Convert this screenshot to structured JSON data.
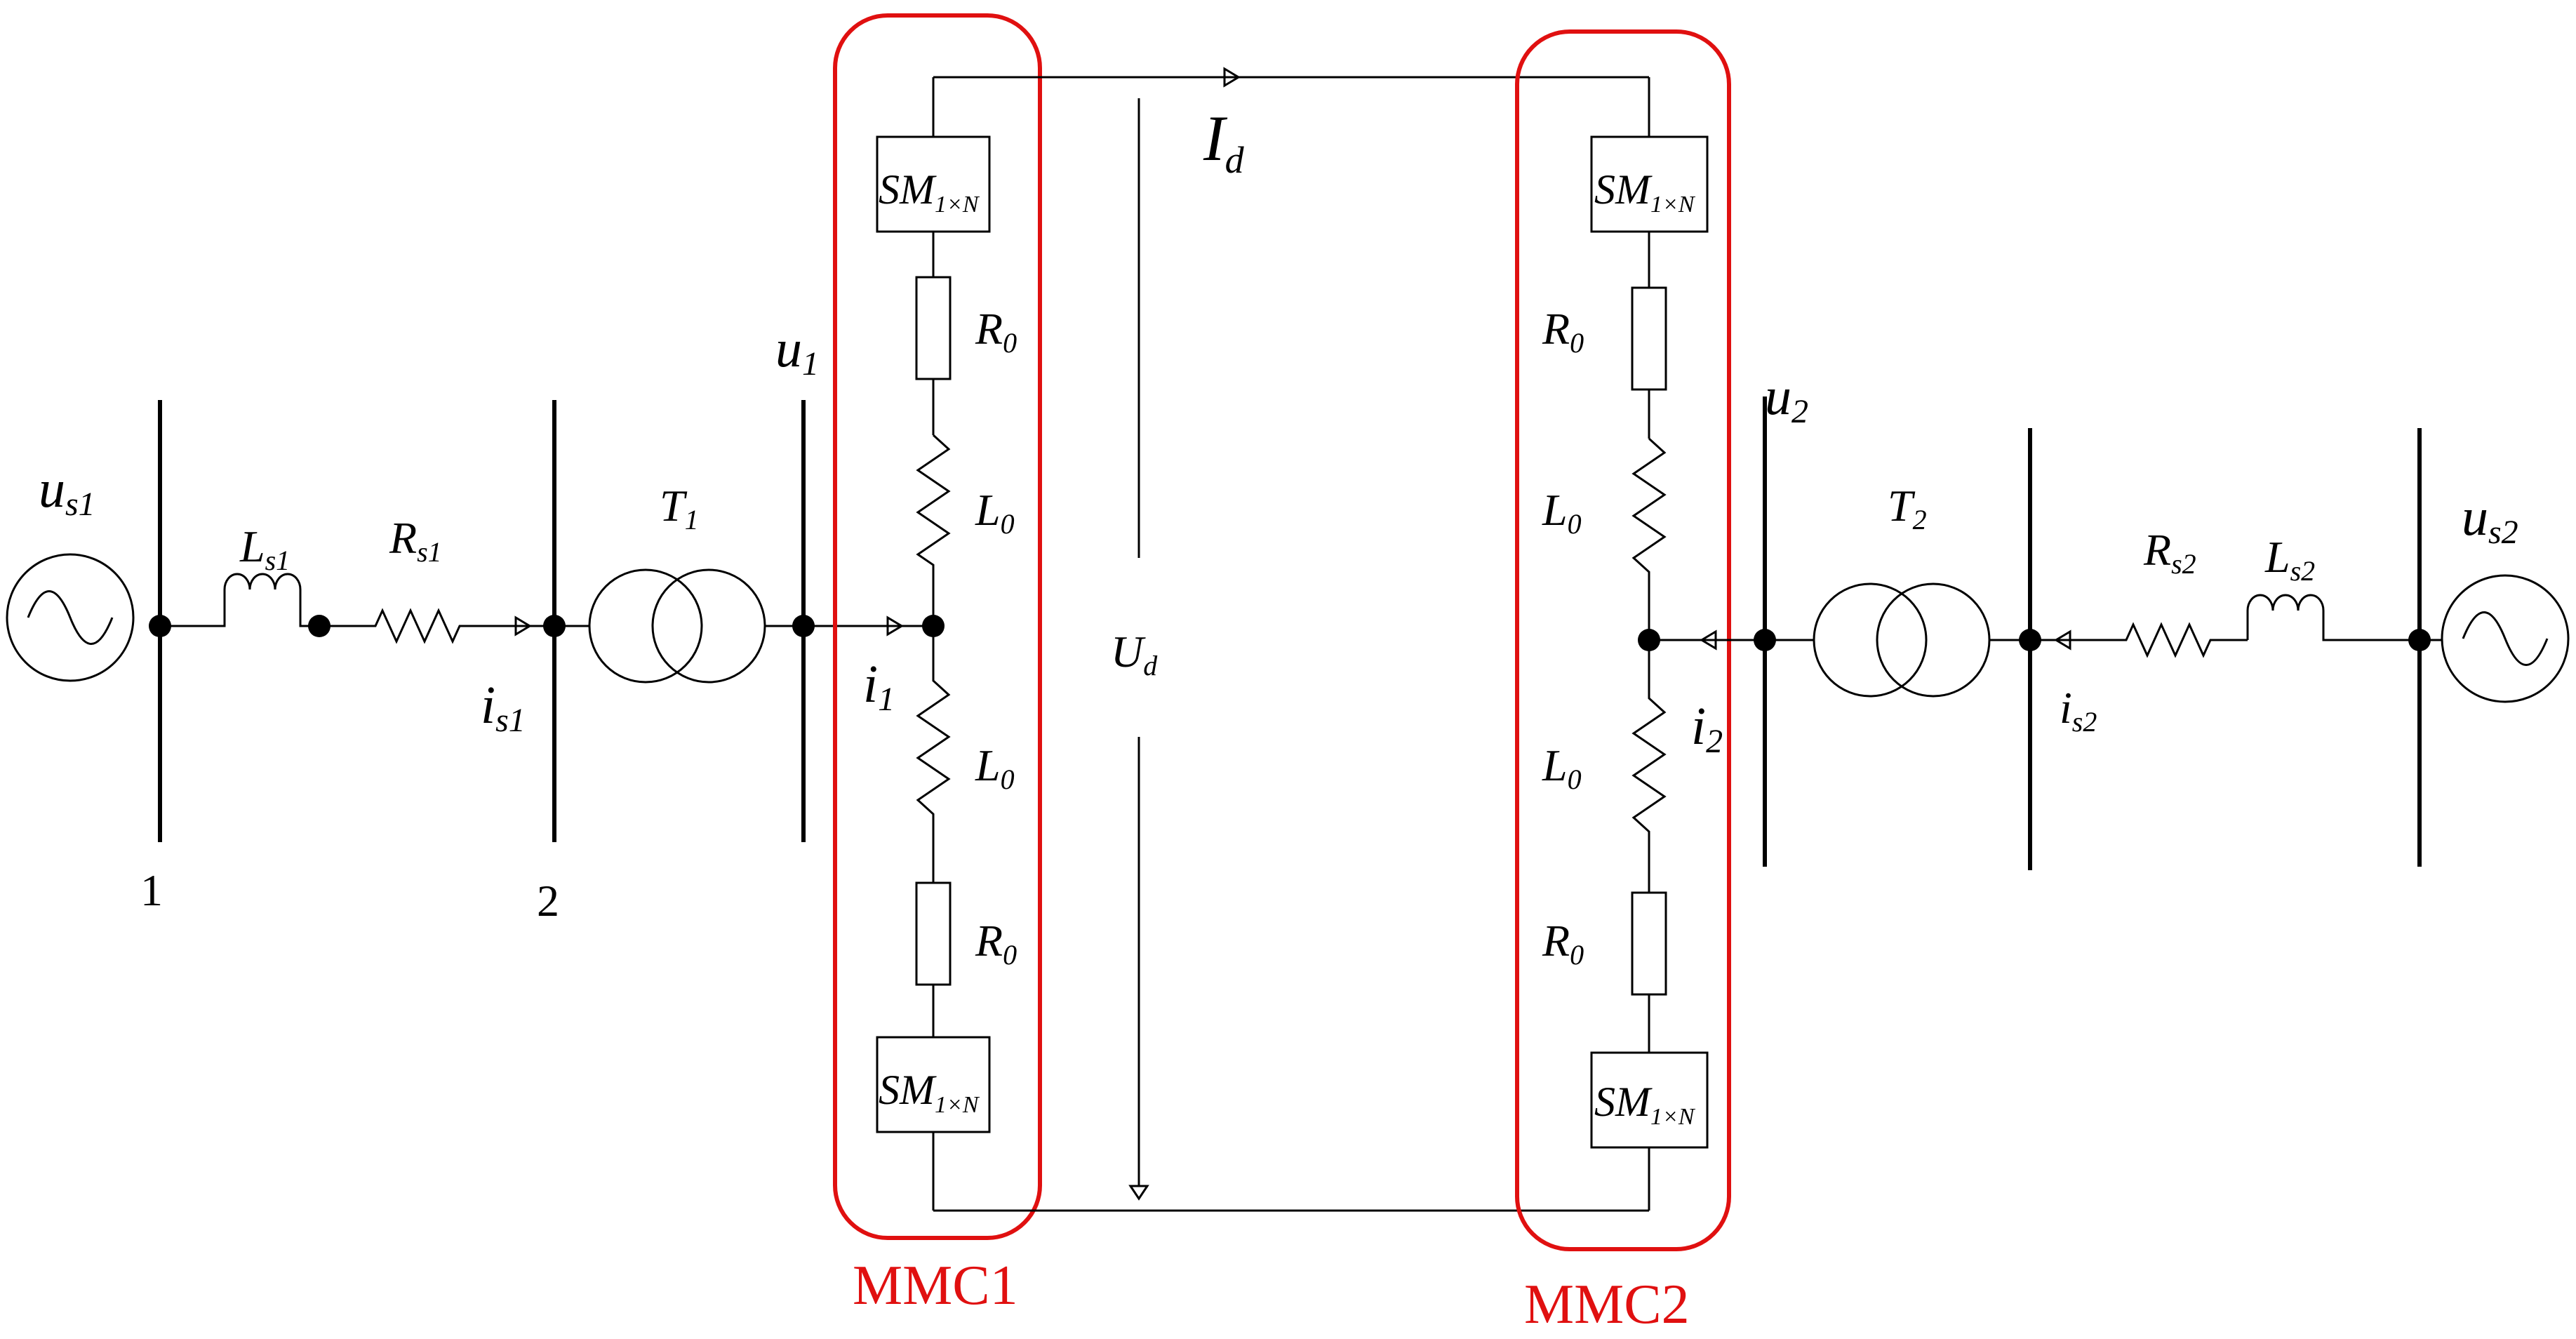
{
  "labels": {
    "us1": {
      "main": "u",
      "sub": "s1"
    },
    "ls1": {
      "main": "L",
      "sub": "s1"
    },
    "rs1": {
      "main": "R",
      "sub": "s1"
    },
    "is1": {
      "main": "i",
      "sub": "s1"
    },
    "bus1": "1",
    "bus2": "2",
    "t1": {
      "main": "T",
      "sub": "1"
    },
    "u1": {
      "main": "u",
      "sub": "1"
    },
    "i1": {
      "main": "i",
      "sub": "1"
    },
    "id": {
      "main": "I",
      "sub": "d"
    },
    "ud": {
      "main": "U",
      "sub": "d"
    },
    "sm": {
      "main": "SM",
      "sub": "1×N"
    },
    "r0": {
      "main": "R",
      "sub": "0"
    },
    "l0": {
      "main": "L",
      "sub": "0"
    },
    "u2": {
      "main": "u",
      "sub": "2"
    },
    "i2": {
      "main": "i",
      "sub": "2"
    },
    "t2": {
      "main": "T",
      "sub": "2"
    },
    "rs2": {
      "main": "R",
      "sub": "s2"
    },
    "ls2": {
      "main": "L",
      "sub": "s2"
    },
    "is2": {
      "main": "i",
      "sub": "s2"
    },
    "us2": {
      "main": "u",
      "sub": "s2"
    }
  },
  "mmc": {
    "left": "MMC1",
    "right": "MMC2"
  },
  "colors": {
    "line": "#000000",
    "highlight": "#e01010"
  }
}
